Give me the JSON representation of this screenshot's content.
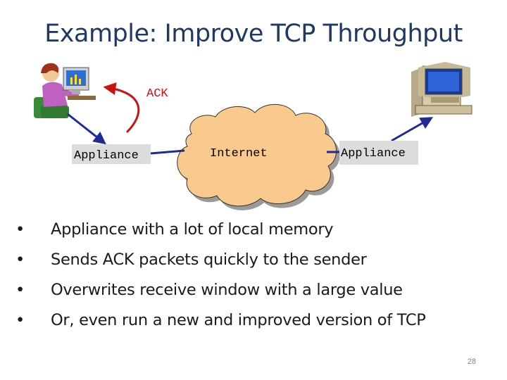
{
  "slide": {
    "title": "Example: Improve TCP Throughput",
    "page_number": "28"
  },
  "diagram": {
    "ack_label": "ACK",
    "appliance_left_label": "Appliance",
    "internet_label": "Internet",
    "appliance_right_label": "Appliance"
  },
  "bullets": [
    "Appliance with a  lot of local memory",
    "Sends ACK packets quickly to the sender",
    "Overwrites receive window with a large value",
    "Or, even run a new and improved version of TCP"
  ],
  "bullet_glyph": "•",
  "colors": {
    "title": "#1f3864",
    "arrow_blue": "#1f2a99",
    "ack_arrow_red": "#cc1111",
    "cloud_fill": "#f9c98e",
    "cloud_shadow": "#999999",
    "label_box": "#dcdcdc"
  }
}
